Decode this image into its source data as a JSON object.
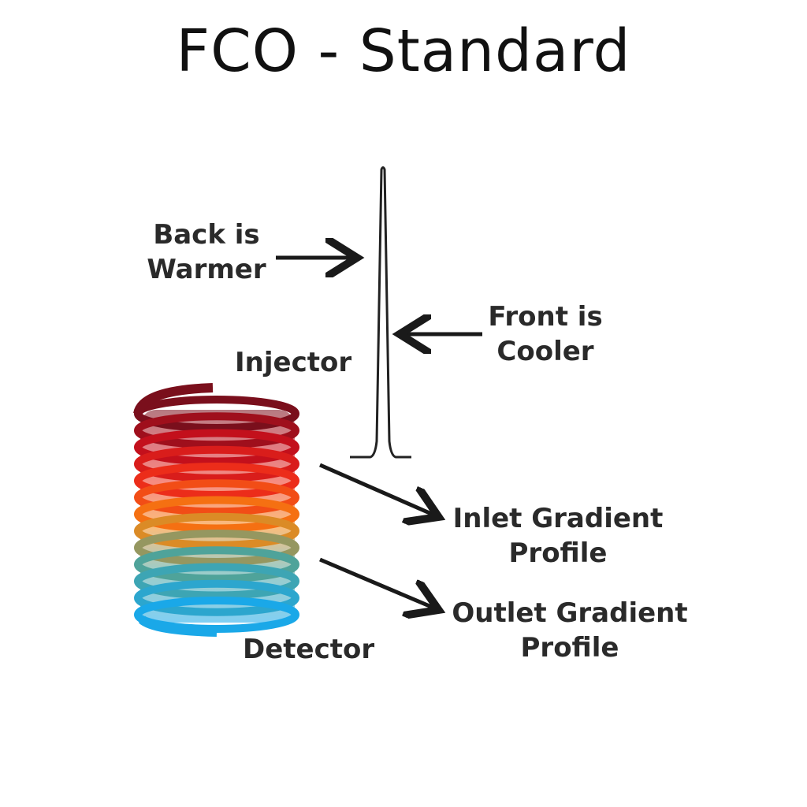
{
  "title": "FCO - Standard",
  "labels": {
    "back": [
      "Back is",
      "Warmer"
    ],
    "front": [
      "Front is",
      "Cooler"
    ],
    "injector": "Injector",
    "inlet": [
      "Inlet Gradient",
      "Profile"
    ],
    "outlet": [
      "Outlet Gradient",
      "Profile"
    ],
    "detector": "Detector"
  },
  "colors": {
    "coil_top": "#7a0f1c",
    "coil_upper": "#e0141e",
    "coil_middle": "#f7860f",
    "coil_lower": "#3aa1a8",
    "coil_bottom": "#1aa8e8",
    "arrow": "#1a1a1a",
    "peak": "#222222"
  }
}
